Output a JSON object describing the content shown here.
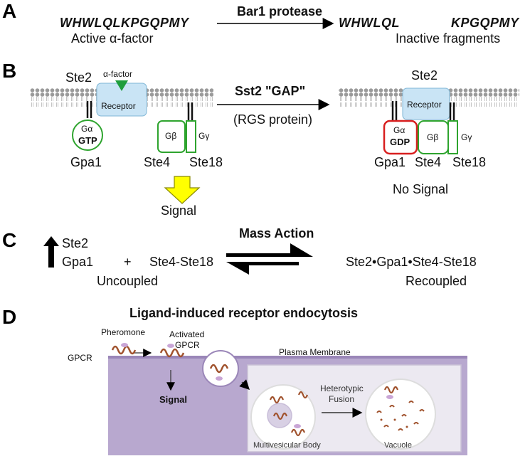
{
  "colors": {
    "green": "#2ea42e",
    "red": "#d81f1f",
    "receptor_fill": "#c9e4f5",
    "arrow_yellow": "#ffff00",
    "cytoplasm": "#b8a8cf",
    "protein_brown": "#a0522d"
  },
  "panelA": {
    "label": "A",
    "active_seq": "WHWLQLKPGQPMY",
    "active_label": "Active α-factor",
    "enzyme": "Bar1 protease",
    "frag1": "WHWLQL",
    "frag2": "KPGQPMY",
    "inactive_label": "Inactive fragments"
  },
  "panelB": {
    "label": "B",
    "ste2_left": "Ste2",
    "alpha_factor": "α-factor",
    "receptor_left": "Receptor",
    "galpha_left": "Gα",
    "gtp": "GTP",
    "gbeta_left": "Gβ",
    "ggamma_left": "Gγ",
    "gpa1_left": "Gpa1",
    "ste4_left": "Ste4",
    "ste18_left": "Ste18",
    "signal": "Signal",
    "sst2": "Sst2 \"GAP\"",
    "rgs": "(RGS protein)",
    "ste2_right": "Ste2",
    "receptor_right": "Receptor",
    "galpha_right": "Gα",
    "gdp": "GDP",
    "gbeta_right": "Gβ",
    "ggamma_right": "Gγ",
    "gpa1_right": "Gpa1",
    "ste4_right": "Ste4",
    "ste18_right": "Ste18",
    "no_signal": "No Signal"
  },
  "panelC": {
    "label": "C",
    "ste2": "Ste2",
    "gpa1": "Gpa1",
    "plus": "+",
    "ste4ste18": "Ste4-Ste18",
    "uncoupled": "Uncoupled",
    "mass_action": "Mass Action",
    "complex": "Ste2•Gpa1•Ste4-Ste18",
    "recoupled": "Recoupled"
  },
  "panelD": {
    "label": "D",
    "title": "Ligand-induced receptor endocytosis",
    "pheromone": "Pheromone",
    "gpcr": "GPCR",
    "activated_line1": "Activated",
    "activated_line2": "GPCR",
    "plasma_membrane": "Plasma Membrane",
    "signal": "Signal",
    "heterotypic_line1": "Heterotypic",
    "heterotypic_line2": "Fusion",
    "mvb": "Multivesicular Body",
    "vacuole": "Vacuole"
  }
}
